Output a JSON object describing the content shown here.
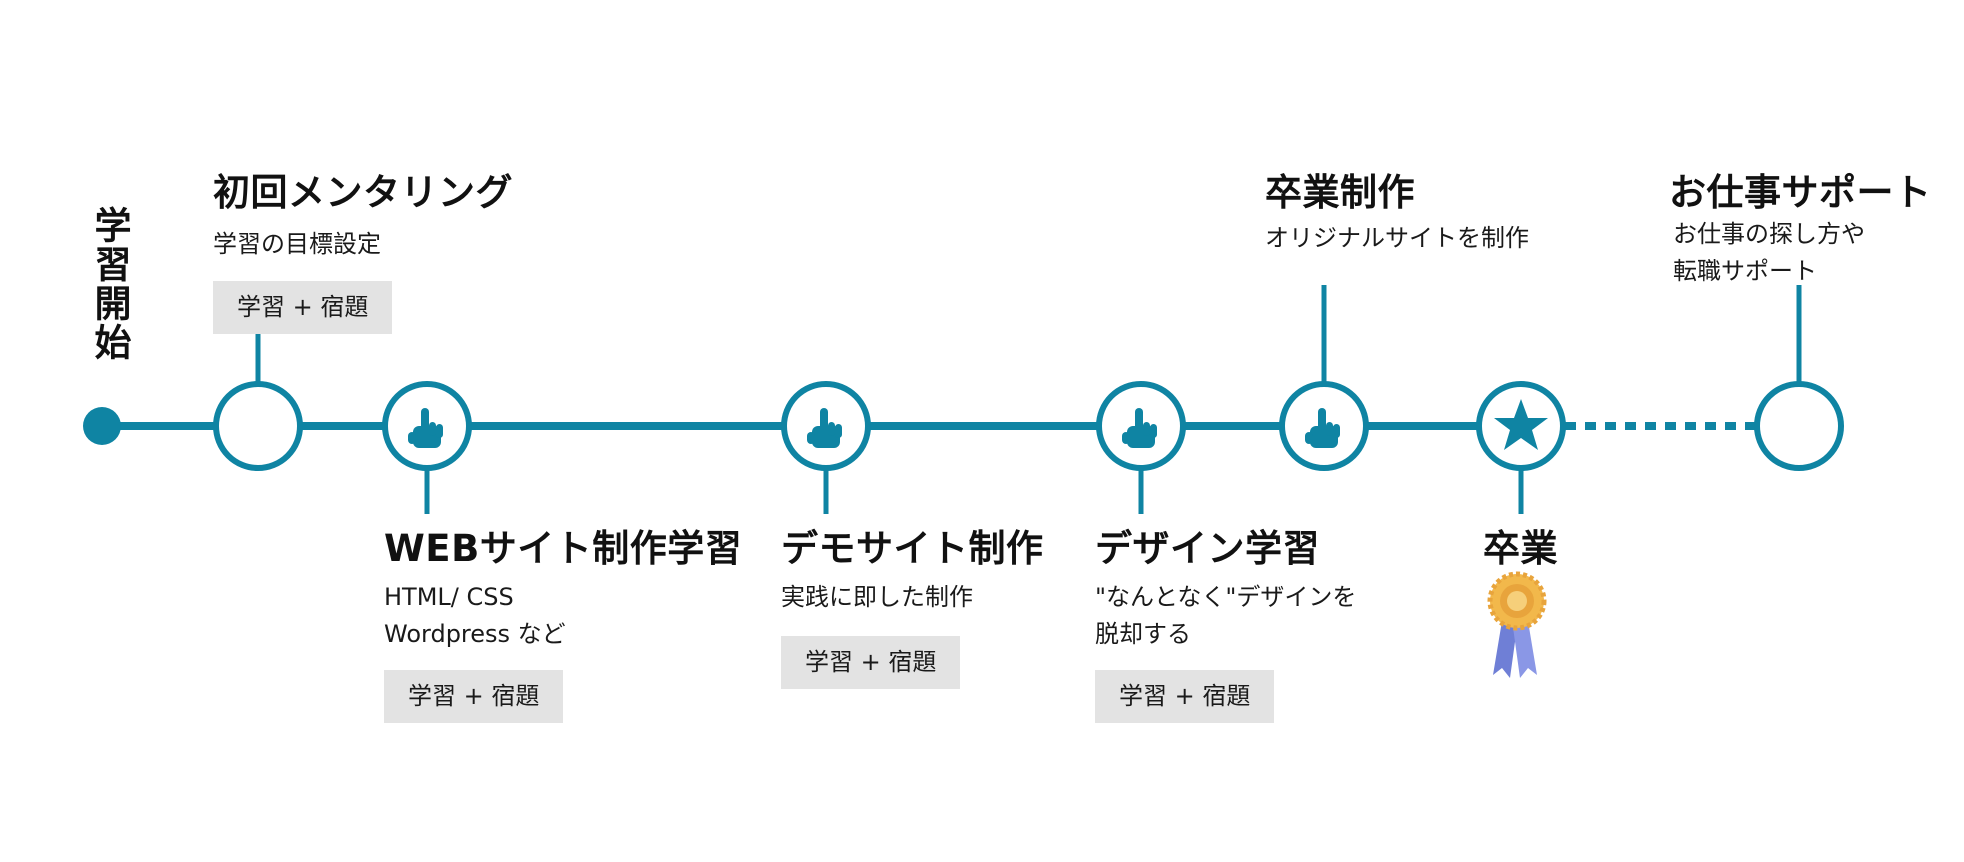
{
  "colors": {
    "line": "#0f84a3",
    "tag_bg": "#e3e3e3",
    "medal": "#e8a43c",
    "ribbon": "#6f7fd6"
  },
  "start": {
    "label": "学習開始"
  },
  "steps": [
    {
      "title": "初回メンタリング",
      "desc": [
        "学習の目標設定"
      ],
      "tag": "学習 + 宿題",
      "icon": "empty-circle"
    },
    {
      "title": "WEBサイト制作学習",
      "desc": [
        "HTML/ CSS",
        "Wordpress など"
      ],
      "tag": "学習 + 宿題",
      "icon": "pointer-hand-icon"
    },
    {
      "title": "デモサイト制作",
      "desc": [
        "実践に即した制作"
      ],
      "tag": "学習 + 宿題",
      "icon": "pointer-hand-icon"
    },
    {
      "title": "デザイン学習",
      "desc": [
        "\"なんとなく\"デザインを",
        "脱却する"
      ],
      "tag": "学習 + 宿題",
      "icon": "pointer-hand-icon"
    },
    {
      "title": "卒業制作",
      "desc": [
        "オリジナルサイトを制作"
      ],
      "icon": "pointer-hand-icon"
    },
    {
      "title": "卒業",
      "icon": "star-icon",
      "badge": "medal-icon"
    },
    {
      "title": "お仕事サポート",
      "desc": [
        "お仕事の探し方や",
        "転職サポート"
      ],
      "icon": "empty-circle"
    }
  ]
}
